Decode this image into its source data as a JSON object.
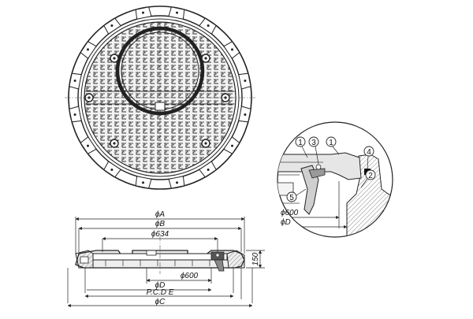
{
  "drawing": {
    "dimensions": {
      "phi_a": "ϕA",
      "phi_b": "ϕB",
      "phi_634": "ϕ634",
      "phi_600": "ϕ600",
      "phi_d": "ϕD",
      "pcd_e": "P.C.D E",
      "phi_c": "ϕC",
      "height_150": "150"
    },
    "detail": {
      "phi_600": "ϕ600",
      "phi_d": "ϕD",
      "callouts": [
        "1",
        "3",
        "1",
        "4",
        "2",
        "5"
      ]
    }
  }
}
